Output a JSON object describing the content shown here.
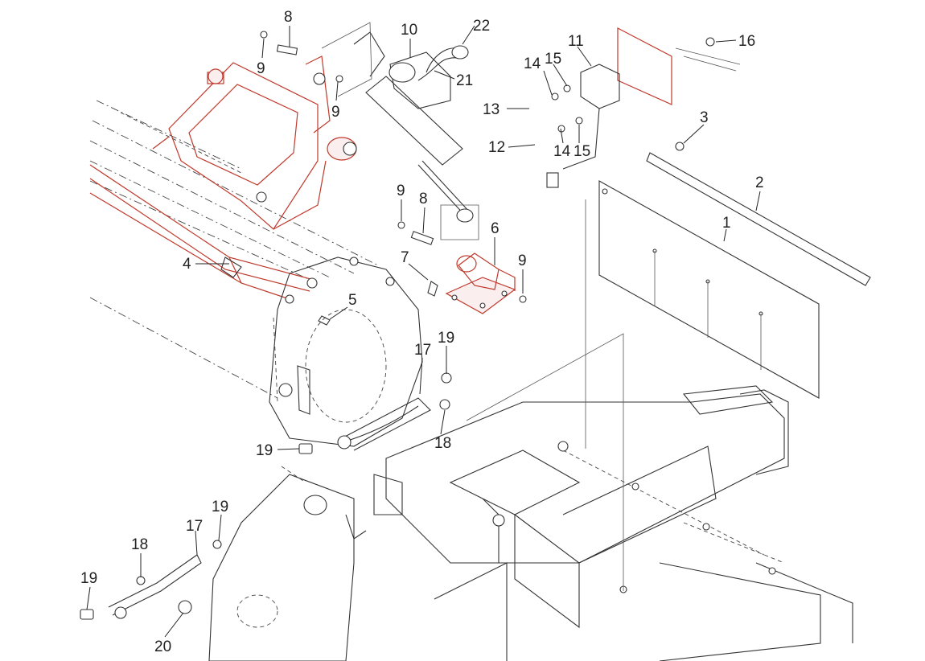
{
  "colors": {
    "highlight": "#c0392b",
    "ink": "#333333",
    "background": "#ffffff"
  },
  "callouts": [
    {
      "id": "c8a",
      "text": "8"
    },
    {
      "id": "c9a",
      "text": "9"
    },
    {
      "id": "c9b",
      "text": "9"
    },
    {
      "id": "c10",
      "text": "10"
    },
    {
      "id": "c22",
      "text": "22"
    },
    {
      "id": "c21",
      "text": "21"
    },
    {
      "id": "c11",
      "text": "11"
    },
    {
      "id": "c16",
      "text": "16"
    },
    {
      "id": "c14a",
      "text": "14"
    },
    {
      "id": "c15a",
      "text": "15"
    },
    {
      "id": "c13",
      "text": "13"
    },
    {
      "id": "c12",
      "text": "12"
    },
    {
      "id": "c14b",
      "text": "14"
    },
    {
      "id": "c15b",
      "text": "15"
    },
    {
      "id": "c3",
      "text": "3"
    },
    {
      "id": "c2",
      "text": "2"
    },
    {
      "id": "c1",
      "text": "1"
    },
    {
      "id": "c9c",
      "text": "9"
    },
    {
      "id": "c8b",
      "text": "8"
    },
    {
      "id": "c6",
      "text": "6"
    },
    {
      "id": "c7",
      "text": "7"
    },
    {
      "id": "c9d",
      "text": "9"
    },
    {
      "id": "c4",
      "text": "4"
    },
    {
      "id": "c5",
      "text": "5"
    },
    {
      "id": "c19a",
      "text": "19"
    },
    {
      "id": "c17a",
      "text": "17"
    },
    {
      "id": "c19b",
      "text": "19"
    },
    {
      "id": "c18a",
      "text": "18"
    },
    {
      "id": "c19c",
      "text": "19"
    },
    {
      "id": "c17b",
      "text": "17"
    },
    {
      "id": "c18b",
      "text": "18"
    },
    {
      "id": "c19d",
      "text": "19"
    },
    {
      "id": "c20",
      "text": "20"
    }
  ]
}
